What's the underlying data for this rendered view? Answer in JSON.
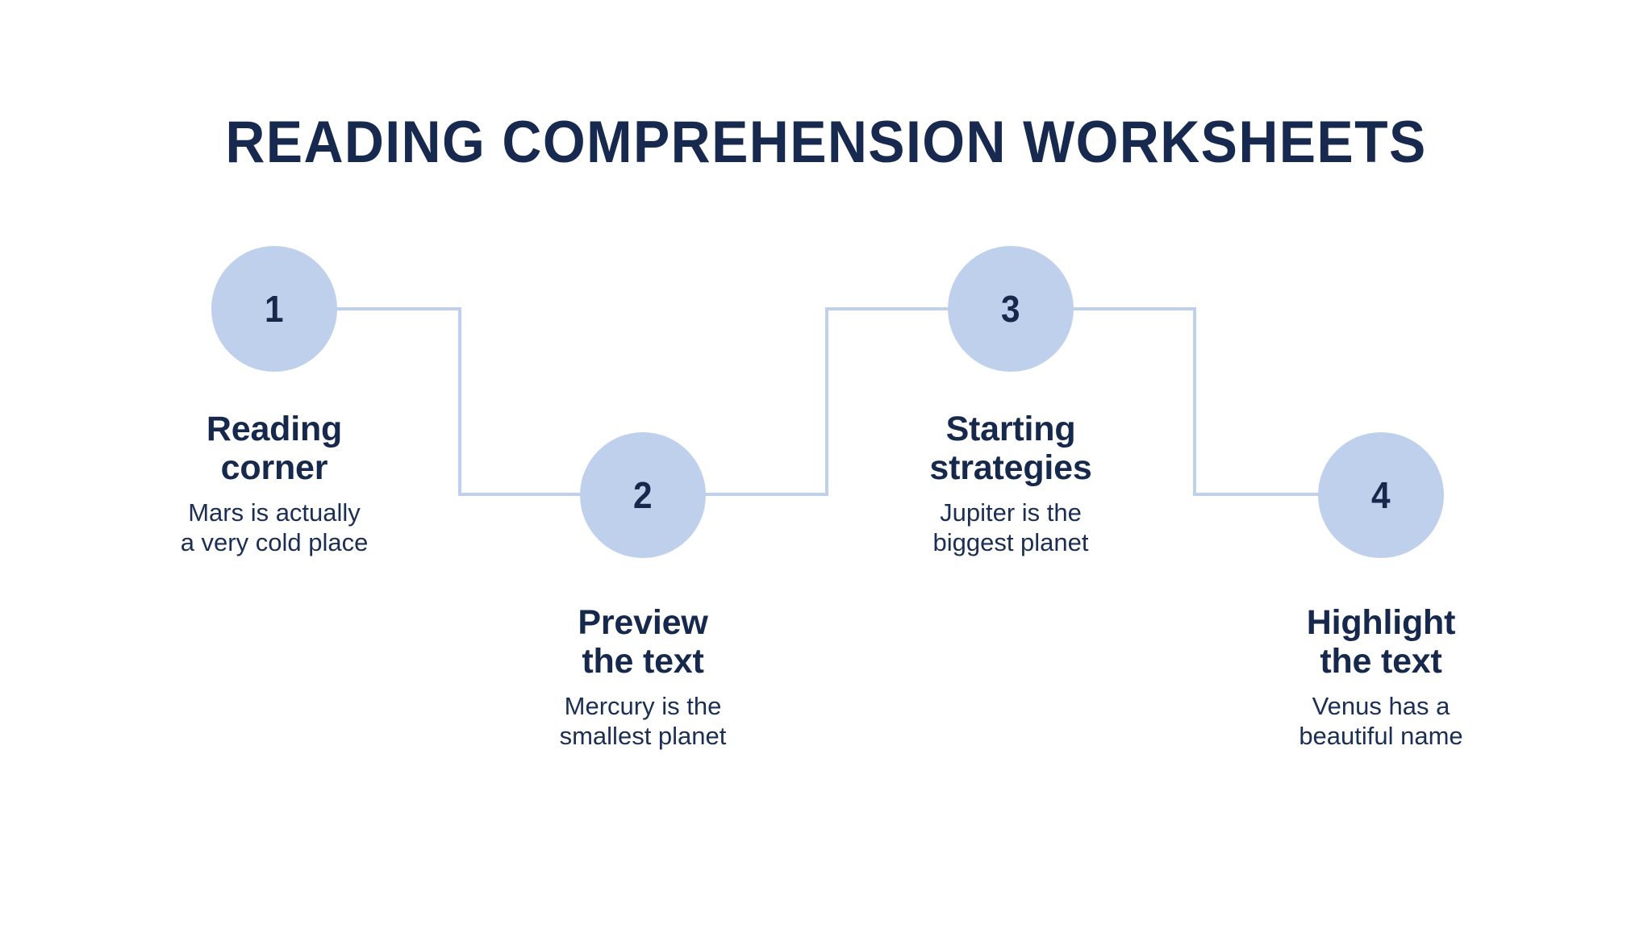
{
  "slide": {
    "title": "READING COMPREHENSION WORKSHEETS",
    "background_color": "#ffffff",
    "accent_color": "#bfd0ec",
    "text_color": "#16294d",
    "connector_color": "#bfd0ec"
  },
  "steps": [
    {
      "number": "1",
      "heading_line1": "Reading",
      "heading_line2": "corner",
      "desc_line1": "Mars is actually",
      "desc_line2": "a very cold place"
    },
    {
      "number": "2",
      "heading_line1": "Preview",
      "heading_line2": "the text",
      "desc_line1": "Mercury is the",
      "desc_line2": "smallest planet"
    },
    {
      "number": "3",
      "heading_line1": "Starting",
      "heading_line2": "strategies",
      "desc_line1": "Jupiter is the",
      "desc_line2": "biggest planet"
    },
    {
      "number": "4",
      "heading_line1": "Highlight",
      "heading_line2": "the text",
      "desc_line1": "Venus has a",
      "desc_line2": "beautiful name"
    }
  ]
}
